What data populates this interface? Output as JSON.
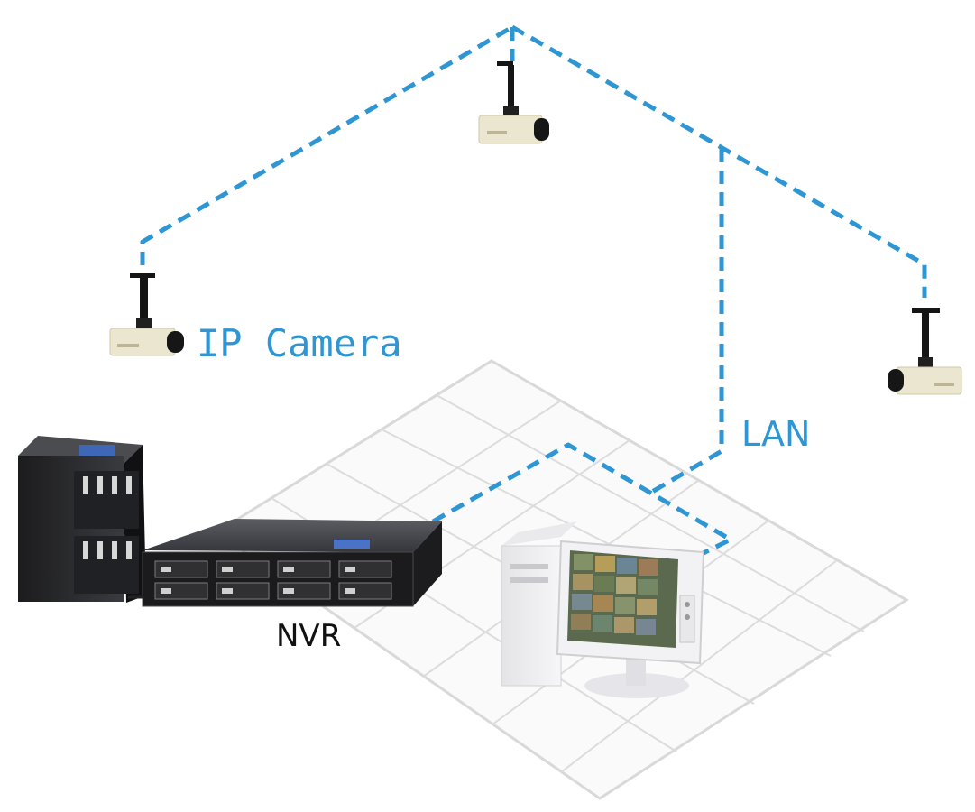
{
  "labels": {
    "ip_camera": "IP Camera",
    "lan": "LAN",
    "nvr": "NVR"
  },
  "colors": {
    "network_line": "#2f96d4",
    "label_blue": "#2f96d4",
    "label_dark": "#111111",
    "floor_line": "#d6d6d6"
  }
}
